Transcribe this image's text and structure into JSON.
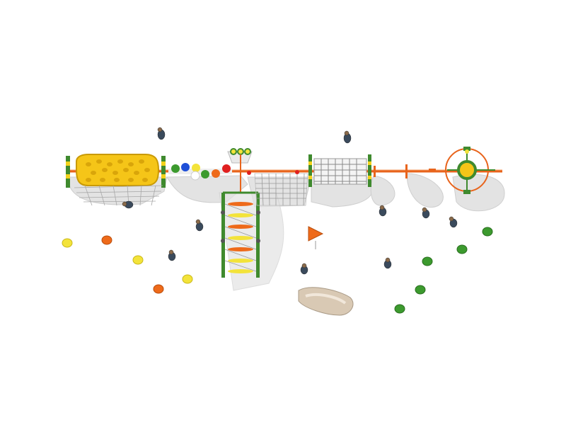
{
  "scene": {
    "background": "#ffffff",
    "palette": {
      "frame_green": "#3f8a2e",
      "frame_yellow": "#f2d21b",
      "beam_orange": "#e8641c",
      "wall_yellow": "#f5c518",
      "net_grey": "#9a9a9a",
      "shadow": "#d9d9d9",
      "stepper_yellow": "#f3e33a",
      "stepper_orange": "#ee6a1a",
      "stepper_green": "#3c9a2e",
      "ball_red": "#e02020",
      "ball_blue": "#1e4fd8",
      "tunnel_tan": "#d9c9b4"
    },
    "elements": [
      "climbing-wall-yellow",
      "cargo-net",
      "ball-bridge",
      "rope-net-bridge",
      "log-roll-bridge",
      "spinner-platform",
      "horizontal-ladder",
      "stepping-stones-yellow",
      "stepping-stones-orange",
      "stepping-stones-green",
      "triangle-sign",
      "crawl-tunnel",
      "people"
    ]
  }
}
